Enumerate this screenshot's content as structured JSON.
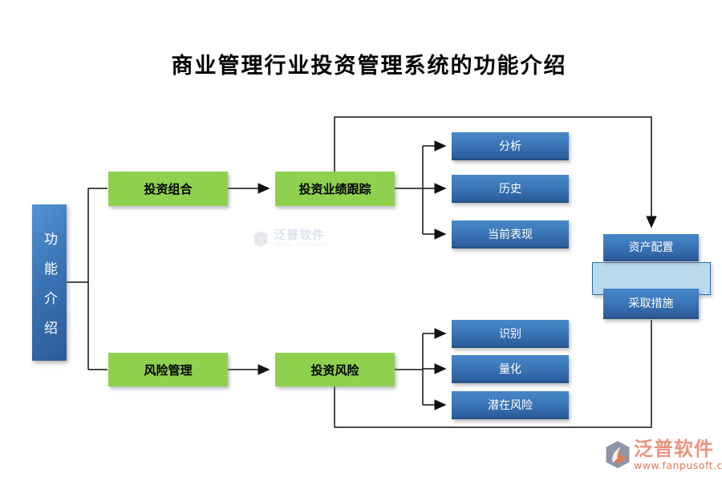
{
  "page": {
    "title": "商业管理行业投资管理系统的功能介绍"
  },
  "diagram": {
    "root_label": "功能介绍",
    "branches": [
      {
        "category": "投资组合",
        "process": "投资业绩跟踪",
        "leaves": [
          "分析",
          "历史",
          "当前表现"
        ]
      },
      {
        "category": "风险管理",
        "process": "投资风险",
        "leaves": [
          "识别",
          "量化",
          "潜在风险"
        ]
      }
    ],
    "outcome_nodes": [
      "资产配置",
      "采取措施"
    ]
  },
  "watermark": {
    "brand": "泛普软件",
    "subtitle": "FANPU SOFTWARE"
  },
  "footer": {
    "brand": "泛普软件",
    "url": "www.fanpusoft.com"
  },
  "colors": {
    "category_green": "#8FD14F",
    "node_blue_top": "#4787C9",
    "node_blue_bottom": "#2B5C9B",
    "highlight_light_blue": "#B9DAEF",
    "highlight_border": "#2E6DA4",
    "connector": "#111111",
    "brand_salmon": "#E9957E",
    "url_salmon": "#DE7A58"
  }
}
